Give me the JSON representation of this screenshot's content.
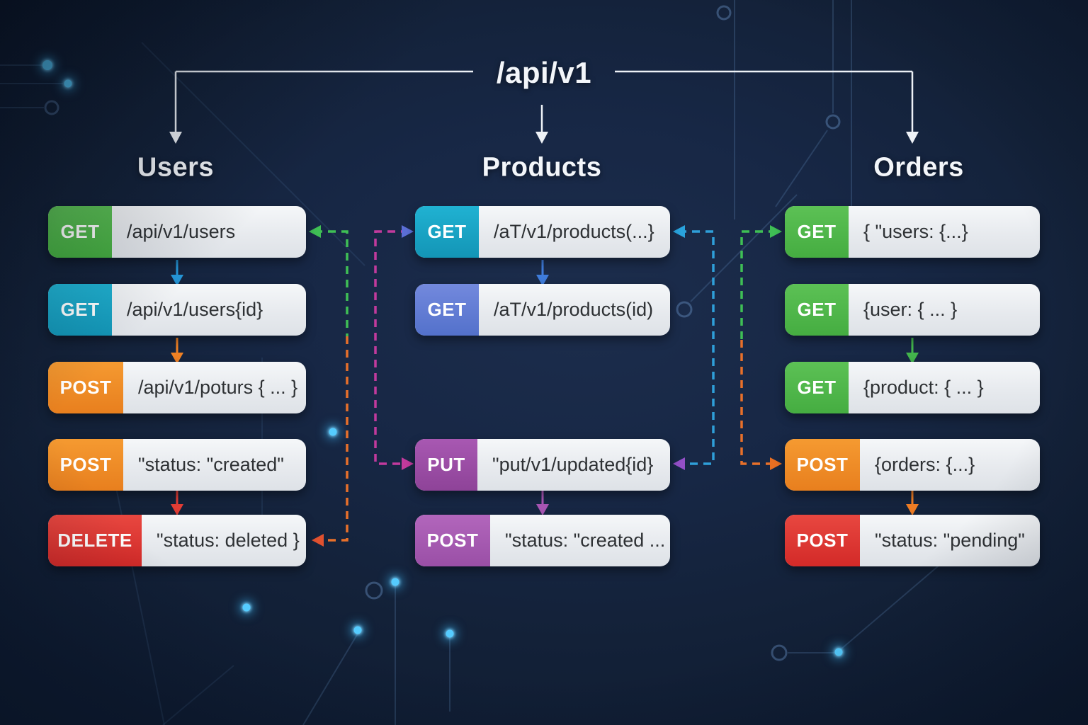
{
  "title": "/api/v1",
  "columns": [
    {
      "name": "Users",
      "cards": [
        {
          "method": "GET",
          "path": "/api/v1/users",
          "badge_color": "#4fb64b"
        },
        {
          "method": "GET",
          "path": "/api/v1/users{id}",
          "badge_color": "#18a6c6"
        },
        {
          "method": "POST",
          "path": "/api/v1/poturs { ... }",
          "badge_color": "#ef8a26"
        },
        {
          "method": "POST",
          "path": "\"status: \"created\"",
          "badge_color": "#ef8a26"
        },
        {
          "method": "DELETE",
          "path": "\"status: deleted }",
          "badge_color": "#dd3531"
        }
      ]
    },
    {
      "name": "Products",
      "cards": [
        {
          "method": "GET",
          "path": "/aT/v1/products(...}",
          "badge_color": "#18a6c6"
        },
        {
          "method": "GET",
          "path": "/aT/v1/products(id)",
          "badge_color": "#6381d6"
        },
        {
          "method": "PUT",
          "path": "\"put/v1/updated{id}",
          "badge_color": "#9c4da3"
        },
        {
          "method": "POST",
          "path": "\"status: \"created ...",
          "badge_color": "#a65bb0"
        }
      ]
    },
    {
      "name": "Orders",
      "cards": [
        {
          "method": "GET",
          "path": "{ \"users: {...}",
          "badge_color": "#4fb64b"
        },
        {
          "method": "GET",
          "path": "{user: { ... }",
          "badge_color": "#4fb64b"
        },
        {
          "method": "GET",
          "path": "{product: { ... }",
          "badge_color": "#4fb64b"
        },
        {
          "method": "POST",
          "path": "{orders: {...}",
          "badge_color": "#ef8a26"
        },
        {
          "method": "POST",
          "path": "\"status: \"pending\"",
          "badge_color": "#dd3531"
        }
      ]
    }
  ],
  "colors": {
    "background": "#16243e",
    "card_background": "#e9ecef",
    "card_text": "#2e3134",
    "tree_lines": "#eef2f7",
    "solid_arrow_blue": "#2596d8",
    "solid_arrow_indigo": "#3f7cdb",
    "solid_arrow_orange": "#f08124",
    "solid_arrow_red": "#e23d35",
    "solid_arrow_purple": "#a855b3",
    "solid_arrow_green": "#43b54c",
    "dashed_green": "#3fbf55",
    "dashed_orange": "#e8702a",
    "dashed_magenta": "#c23a9d",
    "dashed_cyan": "#2f9fd9",
    "arrowhead_blue_violet": "#5b6fd6",
    "arrowhead_purple": "#9450c8",
    "glow_dot": "#55ccff"
  }
}
